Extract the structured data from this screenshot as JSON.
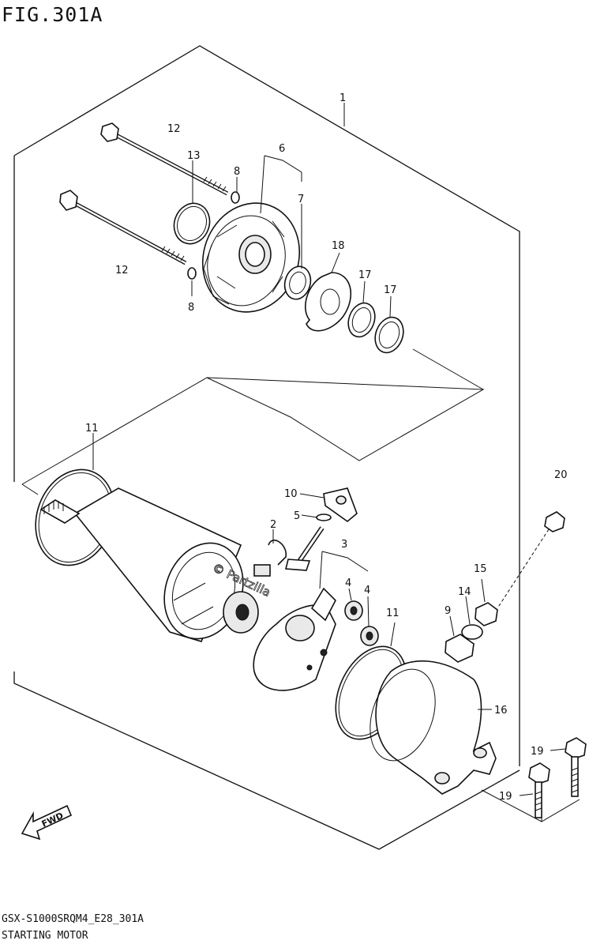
{
  "figure": {
    "title": "FIG.301A",
    "code": "GSX-S1000SRQM4_E28_301A",
    "name": "STARTING MOTOR",
    "watermark": "© Partzilla"
  },
  "callouts": [
    {
      "id": "c1",
      "text": "1"
    },
    {
      "id": "c12a",
      "text": "12"
    },
    {
      "id": "c13",
      "text": "13"
    },
    {
      "id": "c6",
      "text": "6"
    },
    {
      "id": "c8a",
      "text": "8"
    },
    {
      "id": "c7",
      "text": "7"
    },
    {
      "id": "c12b",
      "text": "12"
    },
    {
      "id": "c8b",
      "text": "8"
    },
    {
      "id": "c18",
      "text": "18"
    },
    {
      "id": "c17a",
      "text": "17"
    },
    {
      "id": "c17b",
      "text": "17"
    },
    {
      "id": "c11a",
      "text": "11"
    },
    {
      "id": "c10",
      "text": "10"
    },
    {
      "id": "c5",
      "text": "5"
    },
    {
      "id": "c2",
      "text": "2"
    },
    {
      "id": "c3",
      "text": "3"
    },
    {
      "id": "c4a",
      "text": "4"
    },
    {
      "id": "c4b",
      "text": "4"
    },
    {
      "id": "c11b",
      "text": "11"
    },
    {
      "id": "c20",
      "text": "20"
    },
    {
      "id": "c15",
      "text": "15"
    },
    {
      "id": "c14",
      "text": "14"
    },
    {
      "id": "c9",
      "text": "9"
    },
    {
      "id": "c16",
      "text": "16"
    },
    {
      "id": "c19a",
      "text": "19"
    },
    {
      "id": "c19b",
      "text": "19"
    }
  ],
  "fwd_label": "FWD"
}
